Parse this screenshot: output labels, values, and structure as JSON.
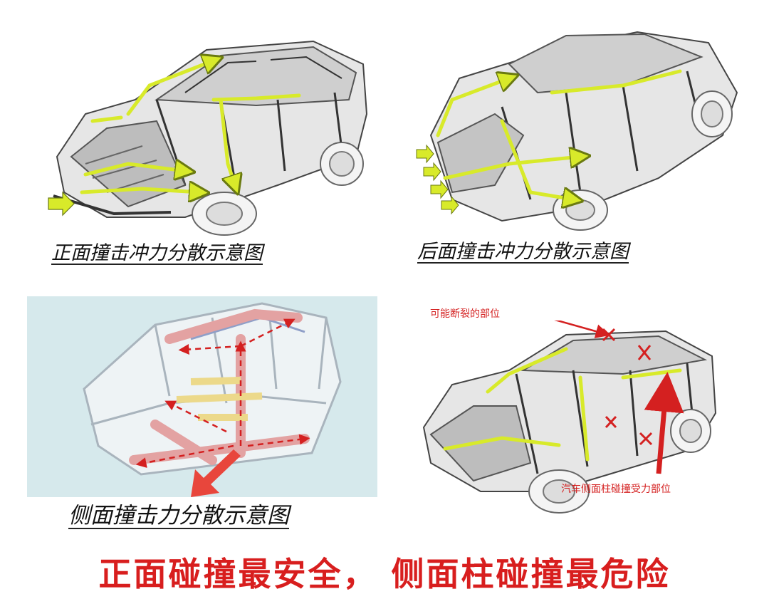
{
  "panels": {
    "front": {
      "caption": "正面撞击冲力分散示意图"
    },
    "rear": {
      "caption": "后面撞击冲力分散示意图"
    },
    "side": {
      "caption": "侧面撞击力分散示意图"
    },
    "pillar": {
      "label_break": "可能断裂的部位",
      "label_force": "汽车侧面柱碰撞受力部位"
    }
  },
  "footer": {
    "title": "正面碰撞最安全， 侧面柱碰撞最危险"
  },
  "colors": {
    "load_path": "#d8ea2a",
    "arrow_red": "#d42020",
    "side_bg": "#d6e9ec",
    "body_gray": "#7a7a7a"
  }
}
